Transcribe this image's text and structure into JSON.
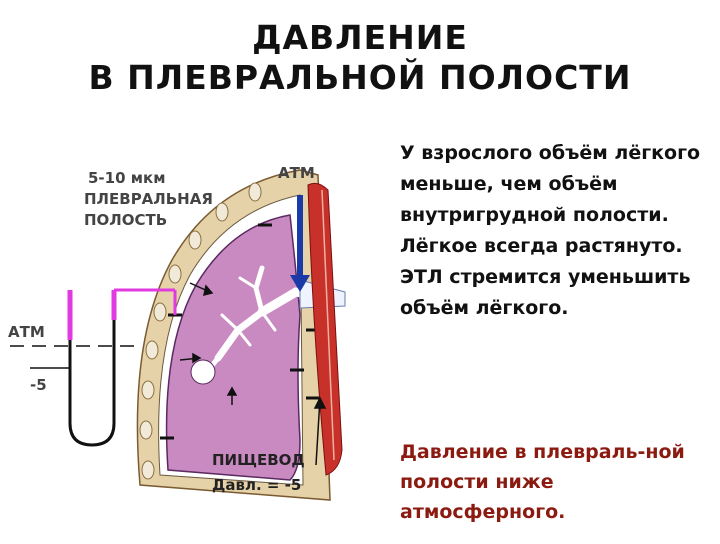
{
  "title": {
    "line1": "ДАВЛЕНИЕ",
    "line2": "В ПЛЕВРАЛЬНОЙ ПОЛОСТИ"
  },
  "diagram": {
    "gap_label": [
      "5-10 мкм",
      "ПЛЕВРАЛЬНАЯ",
      "ПОЛОСТЬ"
    ],
    "atm_top": "АТМ",
    "atm_left": "АТМ",
    "manometer_value": "-5",
    "esophagus_label": "ПИЩЕВОД",
    "esophagus_pressure": "Давл. = -5",
    "colors": {
      "lung": "#c98ac2",
      "pleura": "#e6d2a8",
      "muscle": "#c8312a",
      "manometer_fluid": "#e03ae0",
      "arrow": "#1a3aa8"
    }
  },
  "text": {
    "paragraphs": [
      "У взрослого объём лёгкого меньше, чем объём внутригрудной полости.",
      "Лёгкое всегда растянуто.",
      "ЭТЛ стремится уменьшить объём лёгкого."
    ],
    "conclusion": "Давление в плевраль-ной полости ниже атмосферного."
  }
}
